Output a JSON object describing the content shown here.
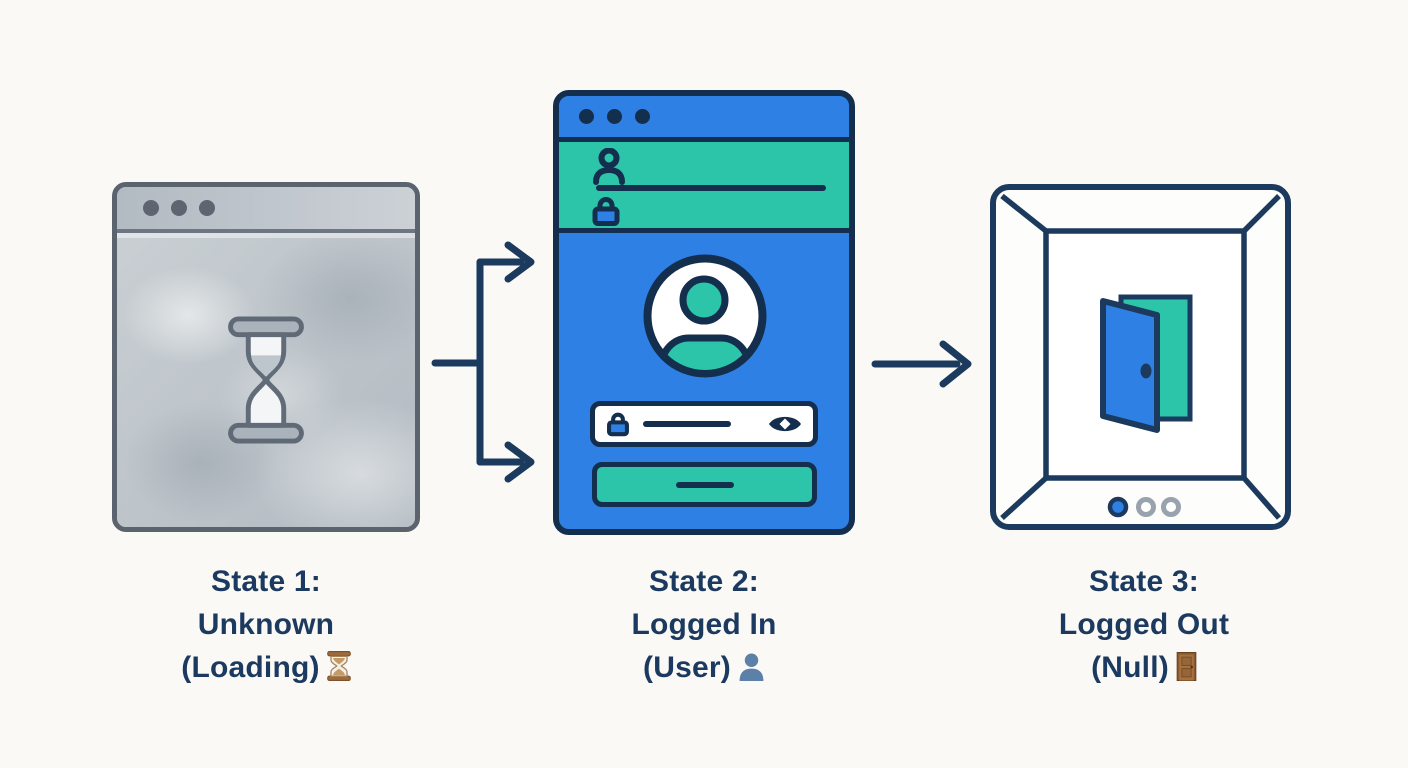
{
  "page": {
    "background": "#faf9f6"
  },
  "palette": {
    "navy": "#1b3a5e",
    "blue": "#2f80e4",
    "teal": "#2cc5a9",
    "window_gray_border": "#5a636e",
    "titlebar_gray": "#c2c8cc",
    "titlebar_dot_gray": "#5c6570",
    "pagination_dot_gray": "#98a3ad",
    "label_text": "#1c3a60"
  },
  "states": [
    {
      "line1": "State 1:",
      "line2": "Unknown",
      "line3": "(Loading)",
      "emoji_icon": "hourglass-emoji",
      "window_icon": "hourglass-icon",
      "titlebar_dots": 3
    },
    {
      "line1": "State 2:",
      "line2": "Logged In",
      "line3": "(User)",
      "emoji_icon": "bust-in-silhouette-emoji",
      "window_icons": [
        "user-icon",
        "lock-icon",
        "avatar",
        "password-field",
        "eye-icon",
        "login-button"
      ],
      "titlebar_dots": 3
    },
    {
      "line1": "State 3:",
      "line2": "Logged Out",
      "line3": "(Null)",
      "emoji_icon": "door-emoji",
      "window_icon": "open-door-icon",
      "pagination_dots": 3
    }
  ]
}
